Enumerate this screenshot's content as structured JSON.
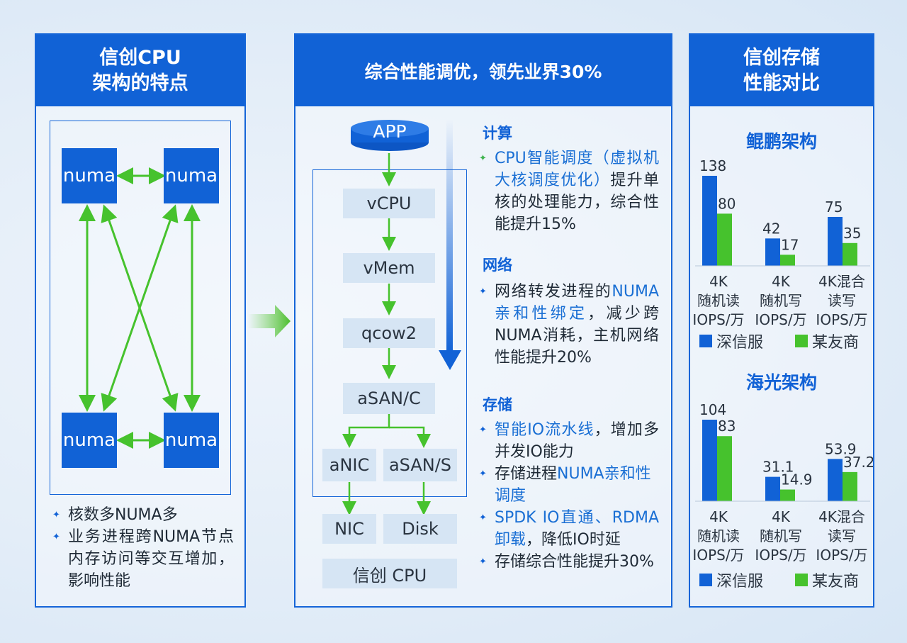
{
  "panel1": {
    "title_line1": "信创CPU",
    "title_line2": "架构的特点",
    "numa_nodes": [
      "numa",
      "numa",
      "numa",
      "numa"
    ],
    "bullets": [
      "核数多NUMA多",
      "业务进程跨NUMA节点内存访问等交互增加，影响性能"
    ]
  },
  "panel2": {
    "title": "综合性能调优，领先业界30%",
    "flow": {
      "app": "APP",
      "vcpu": "vCPU",
      "vmem": "vMem",
      "qcow2": "qcow2",
      "asan_c": "aSAN/C",
      "anic": "aNIC",
      "asan_s": "aSAN/S",
      "nic": "NIC",
      "disk": "Disk",
      "cpu": "信创 CPU"
    },
    "compute": {
      "title": "计算",
      "b1_hl": "CPU智能调度（虚拟机大核调度优化）",
      "b1_rest": "提升单核的处理能力，综合性能提升15%"
    },
    "network": {
      "title": "网络",
      "b1_pre": "网络转发进程的",
      "b1_hl": "NUMA亲和性绑定",
      "b1_rest": "，减少跨NUMA消耗，主机网络性能提升20%"
    },
    "storage": {
      "title": "存储",
      "b1_hl": "智能IO流水线",
      "b1_rest": "，增加多并发IO能力",
      "b2_pre": "存储进程",
      "b2_hl": "NUMA亲和性调度",
      "b3_hl": "SPDK IO直通、RDMA卸载",
      "b3_rest": "，降低IO时延",
      "b4": "存储综合性能提升30%"
    }
  },
  "panel3": {
    "title_line1": "信创存储",
    "title_line2": "性能对比",
    "legend": [
      "深信服",
      "某友商"
    ],
    "colors": {
      "series1": "#1162d6",
      "series2": "#46c22d"
    }
  },
  "chart_data": [
    {
      "type": "bar",
      "title": "鲲鹏架构",
      "categories": [
        "4K随机读IOPS/万",
        "4K随机写IOPS/万",
        "4K混合读写IOPS/万"
      ],
      "category_lines": [
        [
          "4K",
          "随机读",
          "IOPS/万"
        ],
        [
          "4K",
          "随机写",
          "IOPS/万"
        ],
        [
          "4K混合",
          "读写",
          "IOPS/万"
        ]
      ],
      "series": [
        {
          "name": "深信服",
          "values": [
            138,
            42,
            75
          ]
        },
        {
          "name": "某友商",
          "values": [
            80,
            17,
            35
          ]
        }
      ]
    },
    {
      "type": "bar",
      "title": "海光架构",
      "categories": [
        "4K随机读IOPS/万",
        "4K随机写IOPS/万",
        "4K混合读写IOPS/万"
      ],
      "category_lines": [
        [
          "4K",
          "随机读",
          "IOPS/万"
        ],
        [
          "4K",
          "随机写",
          "IOPS/万"
        ],
        [
          "4K混合",
          "读写",
          "IOPS/万"
        ]
      ],
      "series": [
        {
          "name": "深信服",
          "values": [
            104,
            31.1,
            53.9
          ]
        },
        {
          "name": "某友商",
          "values": [
            83,
            14.9,
            37.2
          ]
        }
      ]
    }
  ]
}
